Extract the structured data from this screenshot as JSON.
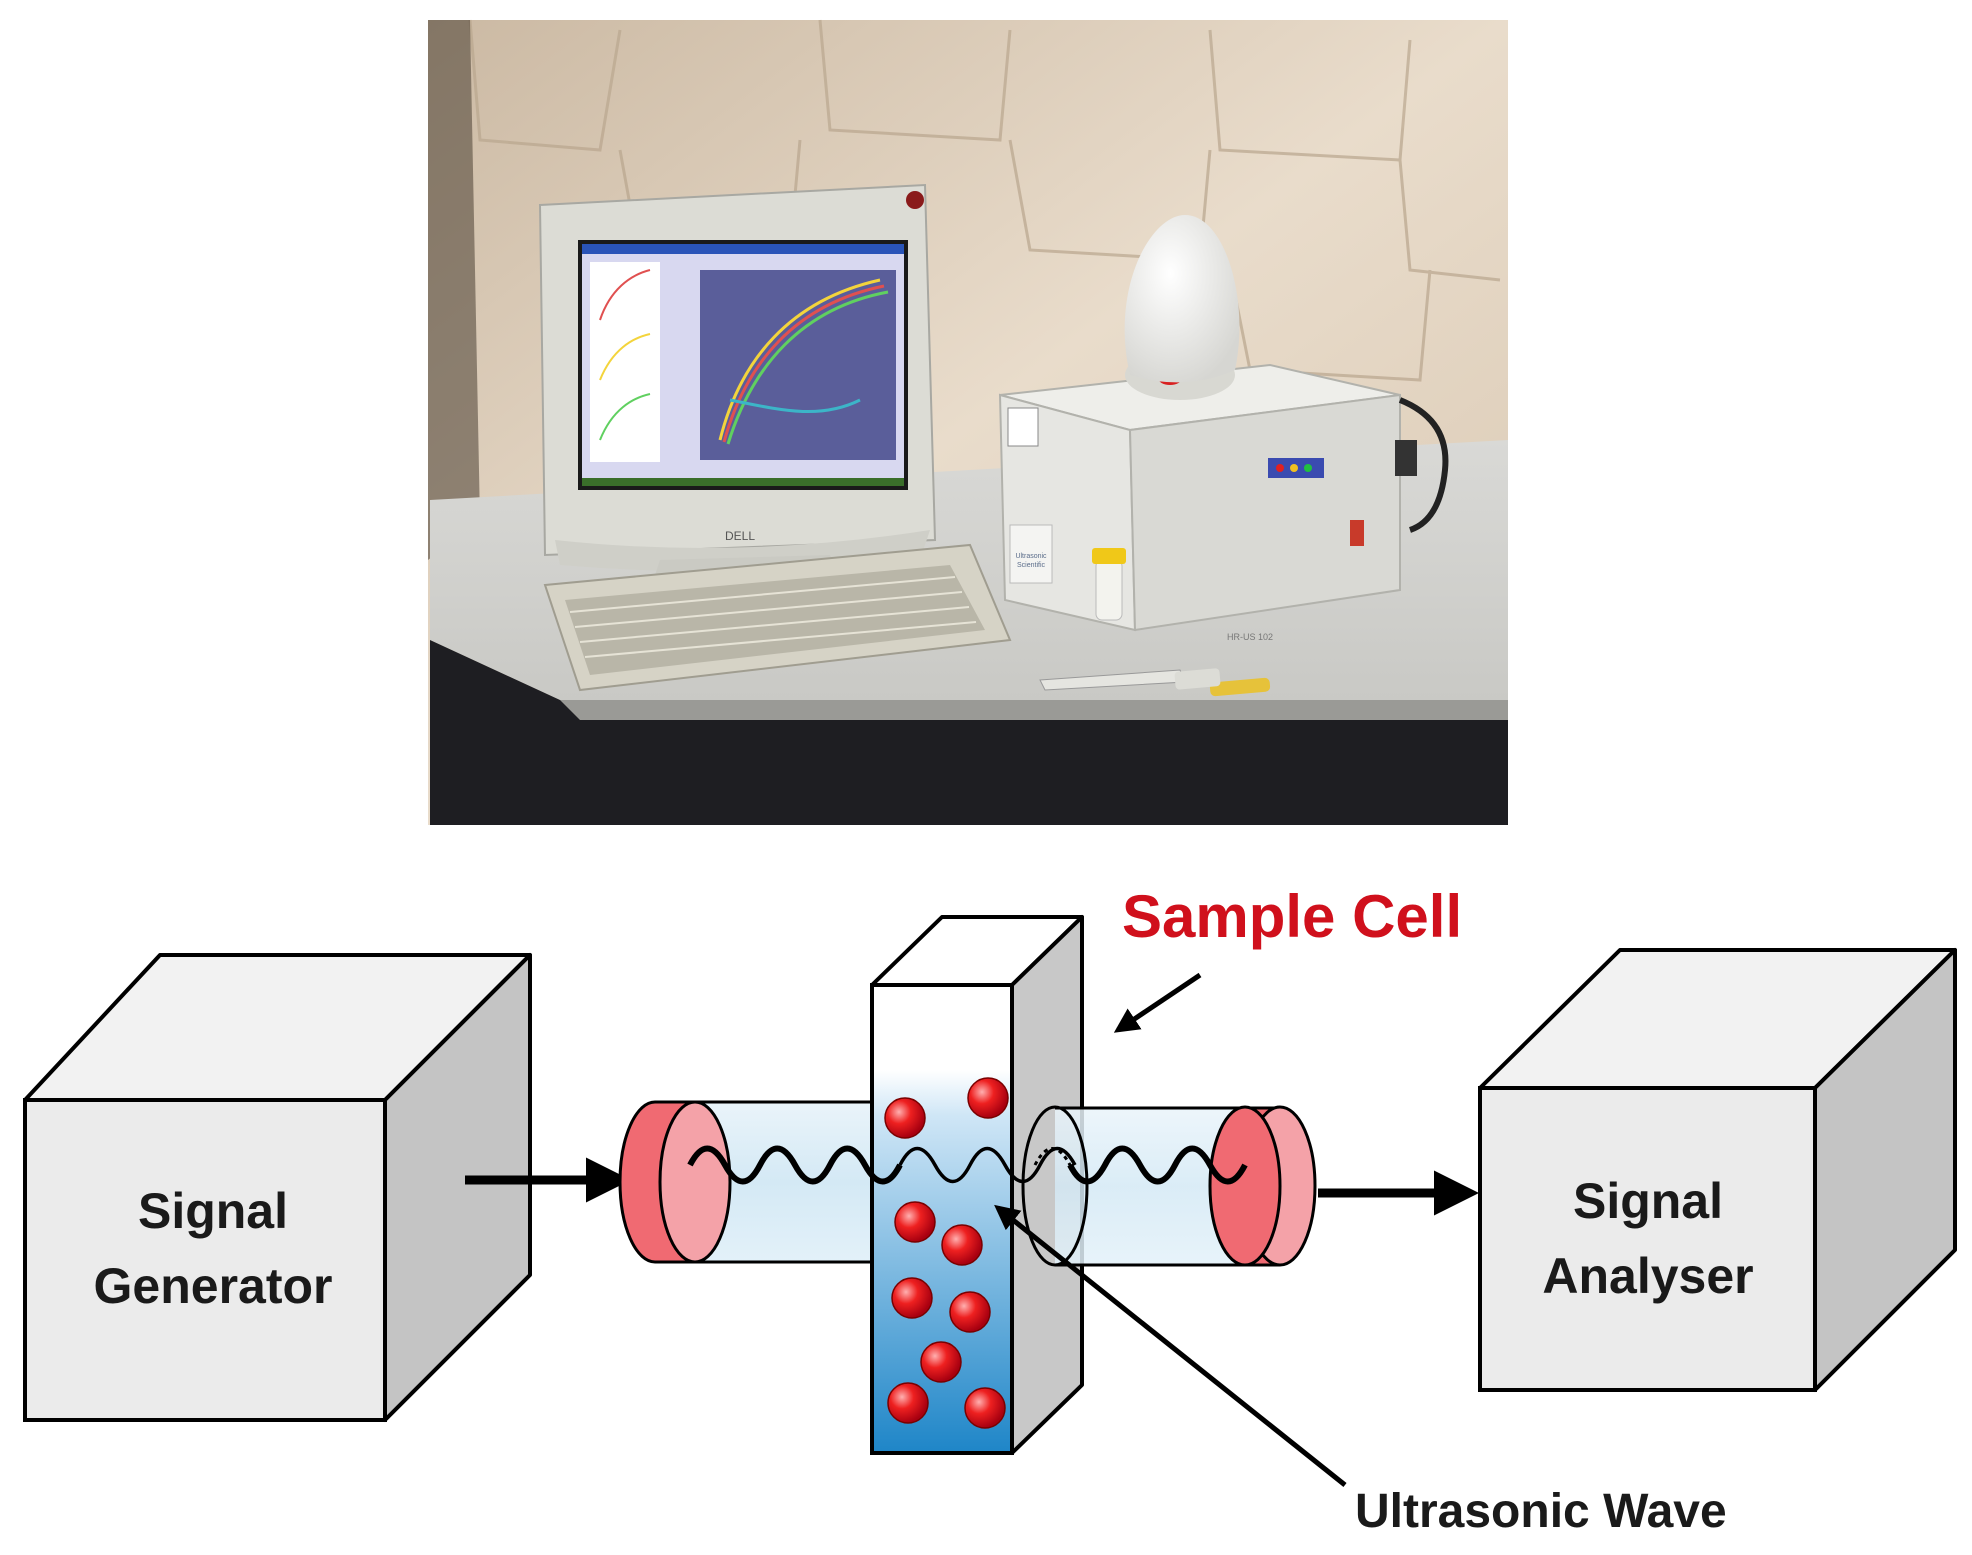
{
  "labels": {
    "signal_generator": [
      "Signal",
      "Generator"
    ],
    "signal_analyser": [
      "Signal",
      "Analyser"
    ],
    "sample_cell": "Sample Cell",
    "ultrasonic_wave": "Ultrasonic Wave"
  },
  "photo": {
    "monitor_brand": "DELL",
    "device_brand_line1": "Ultrasonic",
    "device_brand_line2": "Scientific",
    "device_model": "HR-US 102"
  },
  "colors": {
    "sample_cell_label": "#d0101c",
    "text": "#1a1a1a",
    "box_face": "#ececec",
    "box_side": "#c8c8c8",
    "transducer": "#f06a72",
    "particle": "#e01020",
    "liquid_top": "#e8f3fb",
    "liquid_bottom": "#1f86c8"
  }
}
